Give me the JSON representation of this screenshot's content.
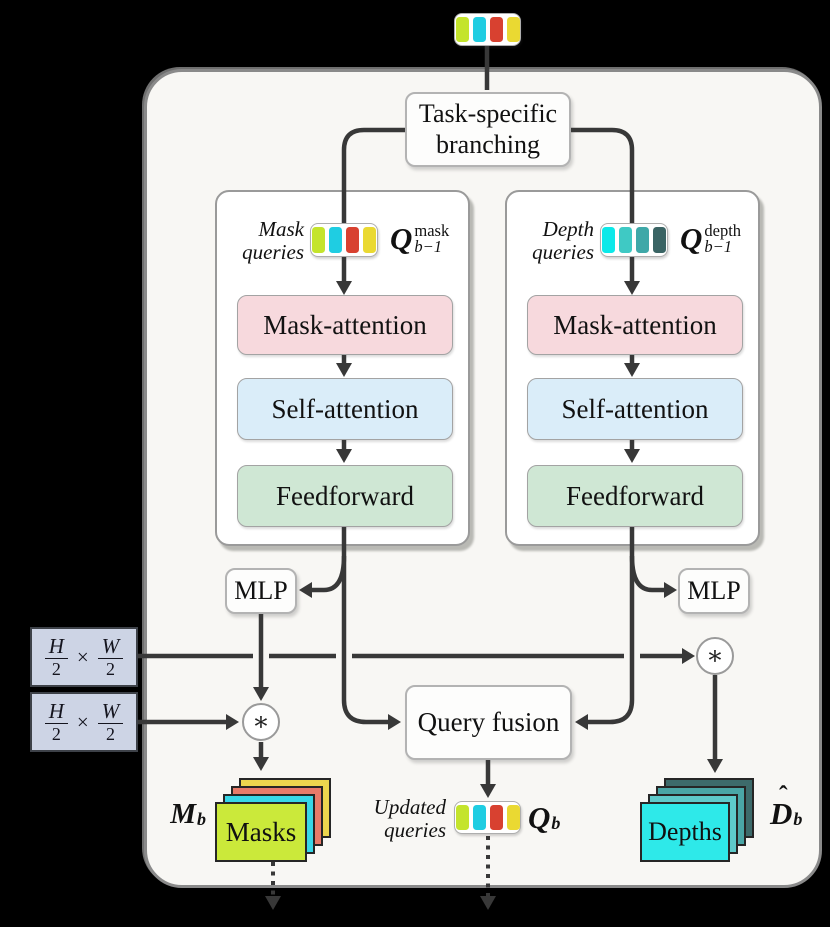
{
  "figure": {
    "branching_label": "Task-specific branching",
    "fusion_label": "Query fusion",
    "mlp_label": "MLP",
    "asterisk": "∗"
  },
  "left_branch": {
    "queries_line1": "Mask",
    "queries_line2": "queries",
    "q_base": "Q",
    "q_sup": "mask",
    "q_sub": "b−1",
    "blocks": [
      "Mask-attention",
      "Self-attention",
      "Feedforward"
    ]
  },
  "right_branch": {
    "queries_line1": "Depth",
    "queries_line2": "queries",
    "q_base": "Q",
    "q_sup": "depth",
    "q_sub": "b−1",
    "blocks": [
      "Mask-attention",
      "Self-attention",
      "Feedforward"
    ]
  },
  "hw_box": {
    "num1": "H",
    "den1": "2",
    "times": "×",
    "num2": "W",
    "den2": "2"
  },
  "outputs": {
    "masks_label": "Masks",
    "masks_base": "M",
    "masks_sub": "b",
    "depths_label": "Depths",
    "depths_hat": "ˆ",
    "depths_base": "D",
    "depths_sub": "b",
    "updated_line1": "Updated",
    "updated_line2": "queries",
    "updated_base": "Q",
    "updated_sub": "b"
  },
  "colors": {
    "line": "#383838",
    "panel_bg": "#f8f7f4",
    "mask_attention_bg": "#f7d9dd",
    "self_attention_bg": "#daedf9",
    "feedforward_bg": "#cfe7d4",
    "hw_box_bg": "#cdd4e5",
    "mask_tokens": [
      "#c4e42c",
      "#1fcde2",
      "#d84130",
      "#ead932"
    ],
    "depth_tokens": [
      "#0be9e9",
      "#3fc9c4",
      "#3fa8a8",
      "#3a6464"
    ],
    "mask_cards_back_to_front": [
      "#ecd54e",
      "#e87a69",
      "#38d7e7",
      "#cbe93a"
    ],
    "depth_cards_back_to_front": [
      "#3d6b6b",
      "#4aa6a6",
      "#5ecaca",
      "#2ee9e9"
    ]
  }
}
